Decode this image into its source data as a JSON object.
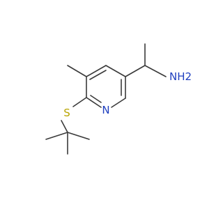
{
  "molecule": {
    "atoms": [
      {
        "id": "S",
        "label": "S",
        "color": "#b8a400"
      },
      {
        "id": "N",
        "label": "N",
        "color": "#1f3fbf"
      },
      {
        "id": "NH2",
        "label": "NH2",
        "color": "#1f3fbf"
      }
    ],
    "bond_color": "#3a3a3a"
  }
}
